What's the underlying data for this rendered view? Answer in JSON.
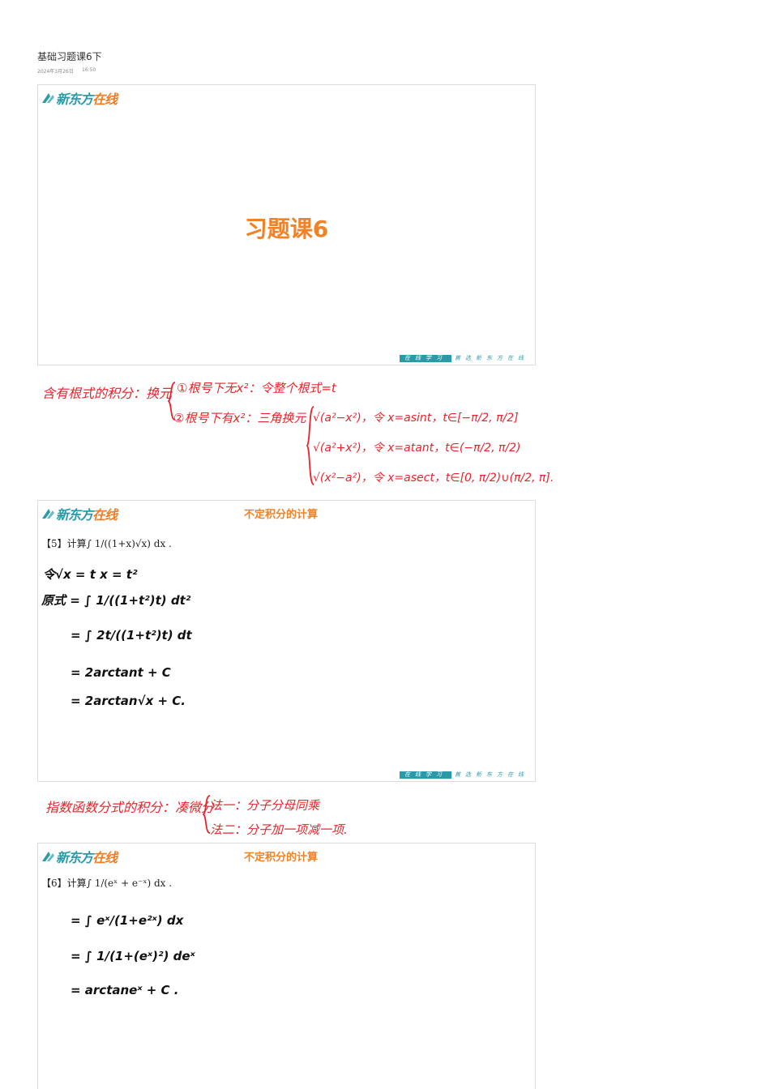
{
  "page": {
    "title": "基础习题课6下",
    "date": "2024年3月26日",
    "time": "16:50"
  },
  "logo": {
    "part1": "新东方",
    "part2": "在线"
  },
  "footer": {
    "left": "在线学习",
    "right": "首选新东方在线"
  },
  "slide1": {
    "title": "习题课6"
  },
  "note1": {
    "heading": "含有根式的积分：换元",
    "case1": "①根号下无x²：令整个根式=t",
    "case2": "②根号下有x²：三角换元",
    "sub1": "√(a²−x²)，令 x=asint，t∈[−π/2, π/2]",
    "sub2": "√(a²+x²)，令 x=atant，t∈(−π/2, π/2)",
    "sub3": "√(x²−a²)，令 x=asect，t∈[0, π/2)∪(π/2, π]."
  },
  "slide2": {
    "heading": "不定积分的计算",
    "problem": "【5】计算∫ 1/((1+x)√x) dx .",
    "step1": "令√x = t    x = t²",
    "step2": "原式 = ∫ 1/((1+t²)t) dt²",
    "step3": "= ∫ 2t/((1+t²)t) dt",
    "step4": "= 2arctant + C",
    "step5": "= 2arctan√x + C."
  },
  "note2": {
    "heading": "指数函数分式的积分：凑微分",
    "method1": "法一：分子分母同乘",
    "method2": "法二：分子加一项减一项."
  },
  "slide3": {
    "heading": "不定积分的计算",
    "problem": "【6】计算∫ 1/(eˣ + e⁻ˣ) dx .",
    "step1": "= ∫ eˣ/(1+e²ˣ) dx",
    "step2": "= ∫ 1/(1+(eˣ)²) deˣ",
    "step3": "= arctaneˣ + C ."
  }
}
